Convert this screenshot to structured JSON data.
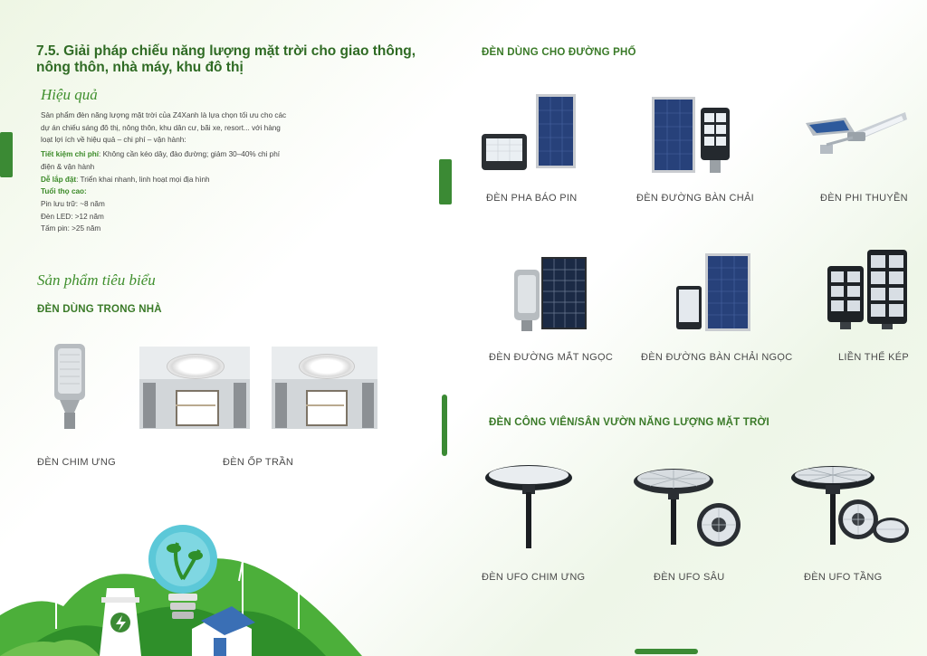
{
  "section_title": "7.5. Giải pháp chiếu năng lượng mặt trời cho giao thông, nông thôn, nhà máy, khu đô thị",
  "effect": {
    "heading": "Hiệu quả",
    "intro": "Sản phẩm đèn năng lượng mặt trời của Z4Xanh là lựa chọn tối ưu cho các dự án chiếu sáng đô thị, nông thôn, khu dân cư, bãi xe, resort... với hàng loạt lợi ích về hiệu quả – chi phí – vận hành:",
    "saving_label": "Tiết kiệm chi phí",
    "saving_text": ": Không cần kéo dây, đào đường; giảm 30–40% chi phí điện & vận hành",
    "install_label": "Dễ lắp đặt",
    "install_text": ": Triển khai nhanh, linh hoạt mọi địa hình",
    "life_label": "Tuổi thọ cao:",
    "life_items": [
      "Pin lưu trữ: ~8 năm",
      "Đèn LED: >12 năm",
      "Tấm pin: >25 năm"
    ]
  },
  "featured": {
    "heading": "Sản phẩm tiêu biểu",
    "indoor_heading": "ĐÈN DÙNG TRONG NHÀ",
    "indoor_items": [
      "ĐÈN CHIM ƯNG",
      "ĐÈN ỐP TRẦN"
    ]
  },
  "street": {
    "heading": "ĐÈN DÙNG CHO ĐƯỜNG PHỐ",
    "items": [
      "ĐÈN PHA BÁO PIN",
      "ĐÈN ĐƯỜNG BÀN CHẢI",
      "ĐÈN PHI THUYỀN",
      "ĐÈN ĐƯỜNG MẮT NGỌC",
      "ĐÈN ĐƯỜNG BÀN CHẢI NGỌC",
      "LIỀN THỂ KÉP"
    ]
  },
  "park": {
    "heading": "ĐÈN CÔNG VIÊN/SÂN VƯỜN NĂNG LƯỢNG MẶT TRỜI",
    "items": [
      "ĐÈN UFO CHIM ƯNG",
      "ĐÈN UFO SÂU",
      "ĐÈN UFO TẦNG"
    ]
  },
  "colors": {
    "accent": "#3b8a34",
    "title": "#2f6b24",
    "subhead": "#3f8f2d"
  }
}
